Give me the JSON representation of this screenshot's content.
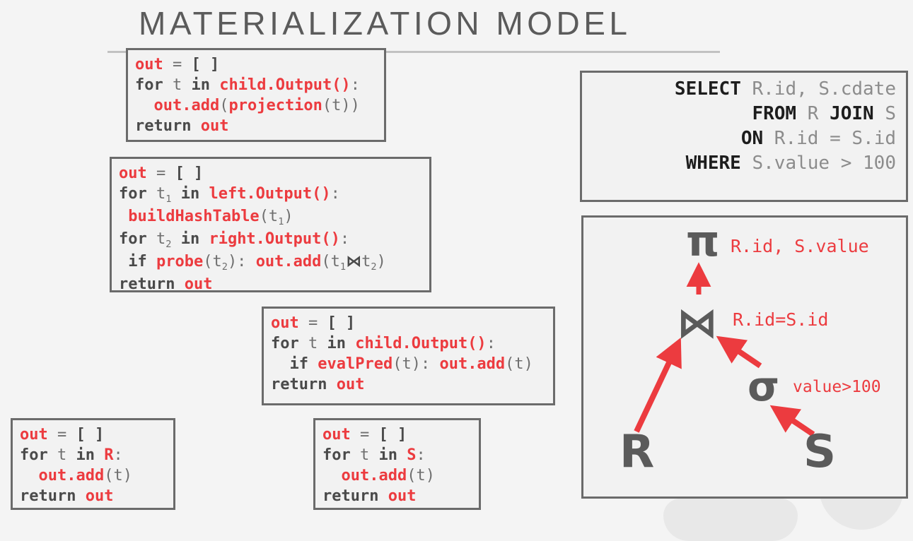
{
  "page": {
    "title": "MATERIALIZATION MODEL",
    "accent_red": "#ec3b3f",
    "text_gray": "#4a4a4a",
    "title_gray": "#5b5b5b",
    "box_border": "#6b6b6b",
    "box_fill": "#f2f2f2",
    "background": "#f4f4f4"
  },
  "operators": {
    "projection": {
      "name": "projection-operator-code",
      "lines": [
        {
          "tokens": [
            {
              "t": "out",
              "s": "r"
            },
            {
              "t": " = ",
              "s": "pl"
            },
            {
              "t": "[ ]",
              "s": "g"
            }
          ]
        },
        {
          "tokens": [
            {
              "t": "for",
              "s": "g"
            },
            {
              "t": " t ",
              "s": "pl"
            },
            {
              "t": "in",
              "s": "g"
            },
            {
              "t": " ",
              "s": "pl"
            },
            {
              "t": "child.Output()",
              "s": "r"
            },
            {
              "t": ":",
              "s": "pl"
            }
          ]
        },
        {
          "tokens": [
            {
              "t": "  ",
              "s": "pl"
            },
            {
              "t": "out.add",
              "s": "r"
            },
            {
              "t": "(",
              "s": "pl"
            },
            {
              "t": "projection",
              "s": "r"
            },
            {
              "t": "(t))",
              "s": "pl"
            }
          ]
        },
        {
          "tokens": [
            {
              "t": "return",
              "s": "g"
            },
            {
              "t": " ",
              "s": "pl"
            },
            {
              "t": "out",
              "s": "r"
            }
          ]
        }
      ]
    },
    "join": {
      "name": "join-operator-code",
      "lines": [
        {
          "tokens": [
            {
              "t": "out",
              "s": "r"
            },
            {
              "t": " = ",
              "s": "pl"
            },
            {
              "t": "[ ]",
              "s": "g"
            }
          ]
        },
        {
          "tokens": [
            {
              "t": "for",
              "s": "g"
            },
            {
              "t": " t",
              "s": "pl"
            },
            {
              "t": "1",
              "s": "sub"
            },
            {
              "t": " ",
              "s": "pl"
            },
            {
              "t": "in",
              "s": "g"
            },
            {
              "t": " ",
              "s": "pl"
            },
            {
              "t": "left.Output()",
              "s": "r"
            },
            {
              "t": ":",
              "s": "pl"
            }
          ]
        },
        {
          "tokens": [
            {
              "t": " ",
              "s": "pl"
            },
            {
              "t": "buildHashTable",
              "s": "r"
            },
            {
              "t": "(t",
              "s": "pl"
            },
            {
              "t": "1",
              "s": "sub"
            },
            {
              "t": ")",
              "s": "pl"
            }
          ]
        },
        {
          "tokens": [
            {
              "t": "for",
              "s": "g"
            },
            {
              "t": " t",
              "s": "pl"
            },
            {
              "t": "2",
              "s": "sub"
            },
            {
              "t": " ",
              "s": "pl"
            },
            {
              "t": "in",
              "s": "g"
            },
            {
              "t": " ",
              "s": "pl"
            },
            {
              "t": "right.Output()",
              "s": "r"
            },
            {
              "t": ":",
              "s": "pl"
            }
          ]
        },
        {
          "tokens": [
            {
              "t": " ",
              "s": "pl"
            },
            {
              "t": "if",
              "s": "g"
            },
            {
              "t": " ",
              "s": "pl"
            },
            {
              "t": "probe",
              "s": "r"
            },
            {
              "t": "(t",
              "s": "pl"
            },
            {
              "t": "2",
              "s": "sub"
            },
            {
              "t": "): ",
              "s": "pl"
            },
            {
              "t": "out.add",
              "s": "r"
            },
            {
              "t": "(t",
              "s": "pl"
            },
            {
              "t": "1",
              "s": "sub"
            },
            {
              "t": "⋈",
              "s": "jn"
            },
            {
              "t": "t",
              "s": "pl"
            },
            {
              "t": "2",
              "s": "sub"
            },
            {
              "t": ")",
              "s": "pl"
            }
          ]
        },
        {
          "tokens": [
            {
              "t": "return",
              "s": "g"
            },
            {
              "t": " ",
              "s": "pl"
            },
            {
              "t": "out",
              "s": "r"
            }
          ]
        }
      ]
    },
    "filter": {
      "name": "filter-operator-code",
      "lines": [
        {
          "tokens": [
            {
              "t": "out",
              "s": "r"
            },
            {
              "t": " = ",
              "s": "pl"
            },
            {
              "t": "[ ]",
              "s": "g"
            }
          ]
        },
        {
          "tokens": [
            {
              "t": "for",
              "s": "g"
            },
            {
              "t": " t ",
              "s": "pl"
            },
            {
              "t": "in",
              "s": "g"
            },
            {
              "t": " ",
              "s": "pl"
            },
            {
              "t": "child.Output()",
              "s": "r"
            },
            {
              "t": ":",
              "s": "pl"
            }
          ]
        },
        {
          "tokens": [
            {
              "t": "  ",
              "s": "pl"
            },
            {
              "t": "if",
              "s": "g"
            },
            {
              "t": " ",
              "s": "pl"
            },
            {
              "t": "evalPred",
              "s": "r"
            },
            {
              "t": "(t): ",
              "s": "pl"
            },
            {
              "t": "out.add",
              "s": "r"
            },
            {
              "t": "(t)",
              "s": "pl"
            }
          ]
        },
        {
          "tokens": [
            {
              "t": "return",
              "s": "g"
            },
            {
              "t": " ",
              "s": "pl"
            },
            {
              "t": "out",
              "s": "r"
            }
          ]
        }
      ]
    },
    "scan_r": {
      "name": "scan-r-operator-code",
      "lines": [
        {
          "tokens": [
            {
              "t": "out",
              "s": "r"
            },
            {
              "t": " = ",
              "s": "pl"
            },
            {
              "t": "[ ]",
              "s": "g"
            }
          ]
        },
        {
          "tokens": [
            {
              "t": "for",
              "s": "g"
            },
            {
              "t": " t ",
              "s": "pl"
            },
            {
              "t": "in",
              "s": "g"
            },
            {
              "t": " ",
              "s": "pl"
            },
            {
              "t": "R",
              "s": "r"
            },
            {
              "t": ":",
              "s": "pl"
            }
          ]
        },
        {
          "tokens": [
            {
              "t": "  ",
              "s": "pl"
            },
            {
              "t": "out.add",
              "s": "r"
            },
            {
              "t": "(t)",
              "s": "pl"
            }
          ]
        },
        {
          "tokens": [
            {
              "t": "return",
              "s": "g"
            },
            {
              "t": " ",
              "s": "pl"
            },
            {
              "t": "out",
              "s": "r"
            }
          ]
        }
      ]
    },
    "scan_s": {
      "name": "scan-s-operator-code",
      "lines": [
        {
          "tokens": [
            {
              "t": "out",
              "s": "r"
            },
            {
              "t": " = ",
              "s": "pl"
            },
            {
              "t": "[ ]",
              "s": "g"
            }
          ]
        },
        {
          "tokens": [
            {
              "t": "for",
              "s": "g"
            },
            {
              "t": " t ",
              "s": "pl"
            },
            {
              "t": "in",
              "s": "g"
            },
            {
              "t": " ",
              "s": "pl"
            },
            {
              "t": "S",
              "s": "r"
            },
            {
              "t": ":",
              "s": "pl"
            }
          ]
        },
        {
          "tokens": [
            {
              "t": "  ",
              "s": "pl"
            },
            {
              "t": "out.add",
              "s": "r"
            },
            {
              "t": "(t)",
              "s": "pl"
            }
          ]
        },
        {
          "tokens": [
            {
              "t": "return",
              "s": "g"
            },
            {
              "t": " ",
              "s": "pl"
            },
            {
              "t": "out",
              "s": "r"
            }
          ]
        }
      ]
    }
  },
  "sql": {
    "lines": [
      {
        "keyword": "SELECT",
        "rest": " R.id, S.cdate"
      },
      {
        "keyword": "FROM",
        "rest": " R ",
        "keyword2": "JOIN",
        "rest2": " S"
      },
      {
        "keyword": "ON",
        "rest": " R.id = S.id"
      },
      {
        "keyword": "WHERE",
        "rest": " S.value > 100"
      }
    ]
  },
  "plan": {
    "nodes": {
      "project_symbol": "π",
      "project_label": "R.id, S.value",
      "join_symbol": "⋈",
      "join_label": "R.id=S.id",
      "select_symbol": "σ",
      "select_label": "value>100",
      "leaf_left": "R",
      "leaf_right": "S"
    },
    "arrow_color": "#ec3b3f"
  }
}
